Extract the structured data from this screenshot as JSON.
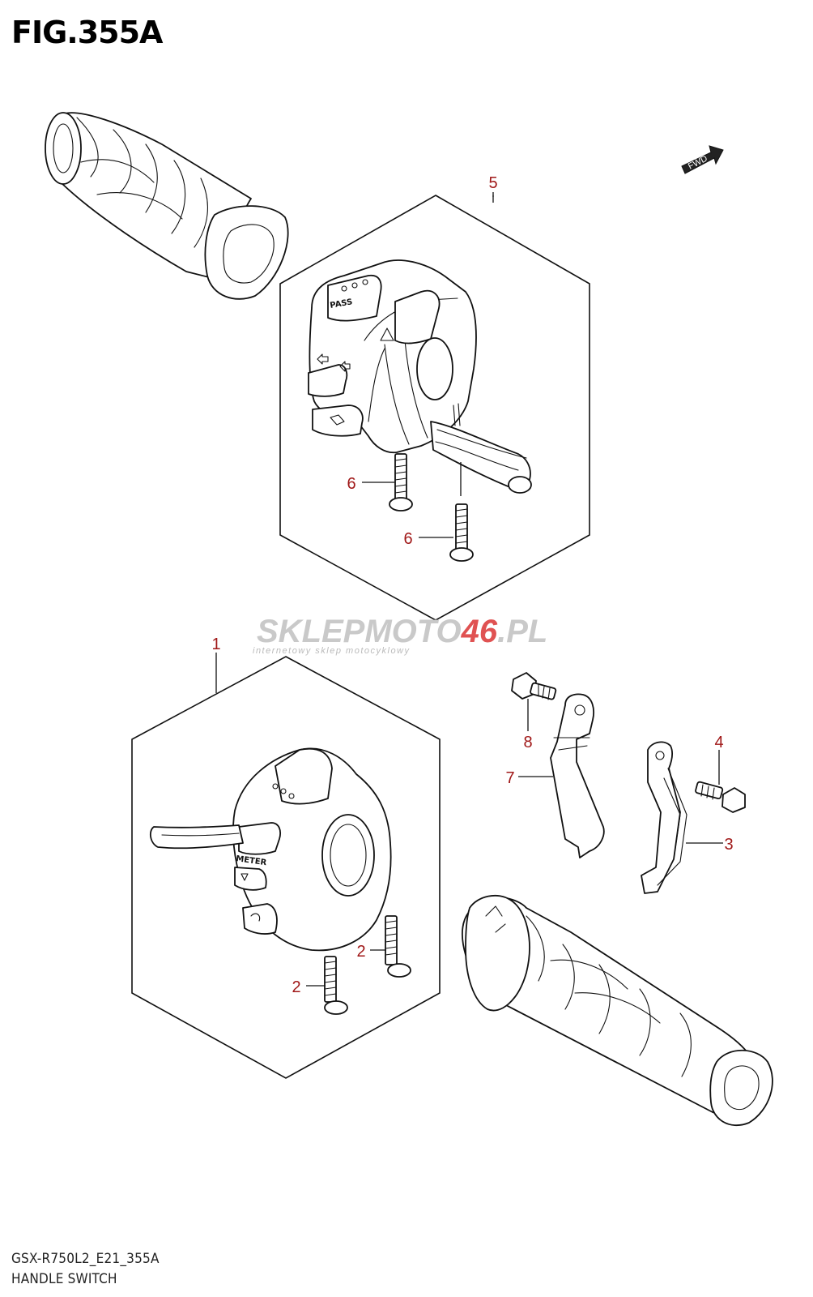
{
  "figure": {
    "title": "FIG.355A",
    "code": "GSX-R750L2_E21_355A",
    "caption": "HANDLE SWITCH"
  },
  "fwd_label": "FWD",
  "watermark": {
    "part1": "SKLEPMOTO",
    "part2": "46",
    "part3": ".PL",
    "subtitle": "internetowy sklep motocyklowy"
  },
  "switch_labels": {
    "pass": "PASS",
    "meter": "METER"
  },
  "callouts": [
    {
      "id": "callout-1",
      "label": "1"
    },
    {
      "id": "callout-2a",
      "label": "2"
    },
    {
      "id": "callout-2b",
      "label": "2"
    },
    {
      "id": "callout-3",
      "label": "3"
    },
    {
      "id": "callout-4",
      "label": "4"
    },
    {
      "id": "callout-5",
      "label": "5"
    },
    {
      "id": "callout-6a",
      "label": "6"
    },
    {
      "id": "callout-6b",
      "label": "6"
    },
    {
      "id": "callout-7",
      "label": "7"
    },
    {
      "id": "callout-8",
      "label": "8"
    }
  ],
  "colors": {
    "callout": "#a01818",
    "line": "#111111",
    "watermark_gray": "#c9c9c9",
    "watermark_red": "#e05252"
  }
}
